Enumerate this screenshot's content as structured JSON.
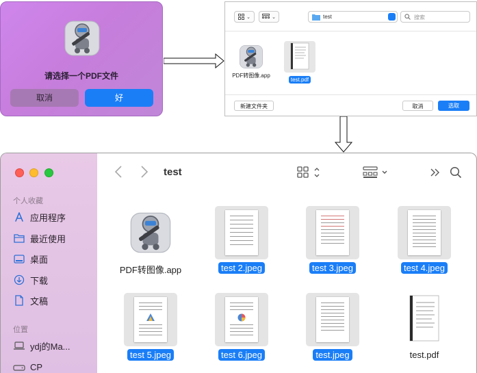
{
  "dialog": {
    "message": "请选择一个PDF文件",
    "cancel_label": "取消",
    "ok_label": "好"
  },
  "picker": {
    "location": "test",
    "search_placeholder": "搜索",
    "files": [
      {
        "name": "PDF转图像.app",
        "icon": "automator-robot-icon",
        "selected": false
      },
      {
        "name": "test.pdf",
        "icon": "pdf-document-icon",
        "selected": true
      }
    ],
    "new_folder_label": "新建文件夹",
    "cancel_label": "取消",
    "choose_label": "选取"
  },
  "finder": {
    "title": "test",
    "sidebar": {
      "favorites_header": "个人收藏",
      "favorites": [
        {
          "label": "应用程序",
          "icon": "applications-icon"
        },
        {
          "label": "最近使用",
          "icon": "recents-folder-icon"
        },
        {
          "label": "桌面",
          "icon": "desktop-icon"
        },
        {
          "label": "下载",
          "icon": "downloads-icon"
        },
        {
          "label": "文稿",
          "icon": "documents-icon"
        }
      ],
      "locations_header": "位置",
      "locations": [
        {
          "label": "ydj的Ma...",
          "icon": "laptop-icon"
        },
        {
          "label": "CP",
          "icon": "drive-icon"
        }
      ]
    },
    "files": [
      {
        "name": "PDF转图像.app",
        "selected": false,
        "kind": "app"
      },
      {
        "name": "test 2.jpeg",
        "selected": true,
        "kind": "jpeg"
      },
      {
        "name": "test 3.jpeg",
        "selected": true,
        "kind": "jpeg"
      },
      {
        "name": "test 4.jpeg",
        "selected": true,
        "kind": "jpeg"
      },
      {
        "name": "test 5.jpeg",
        "selected": true,
        "kind": "jpeg"
      },
      {
        "name": "test 6.jpeg",
        "selected": true,
        "kind": "jpeg"
      },
      {
        "name": "test.jpeg",
        "selected": true,
        "kind": "jpeg"
      },
      {
        "name": "test.pdf",
        "selected": false,
        "kind": "pdf"
      }
    ]
  },
  "colors": {
    "accent": "#1a7ef7",
    "dialog_bg": "#cf86ec",
    "sidebar_bg": "#e8c9e6"
  }
}
